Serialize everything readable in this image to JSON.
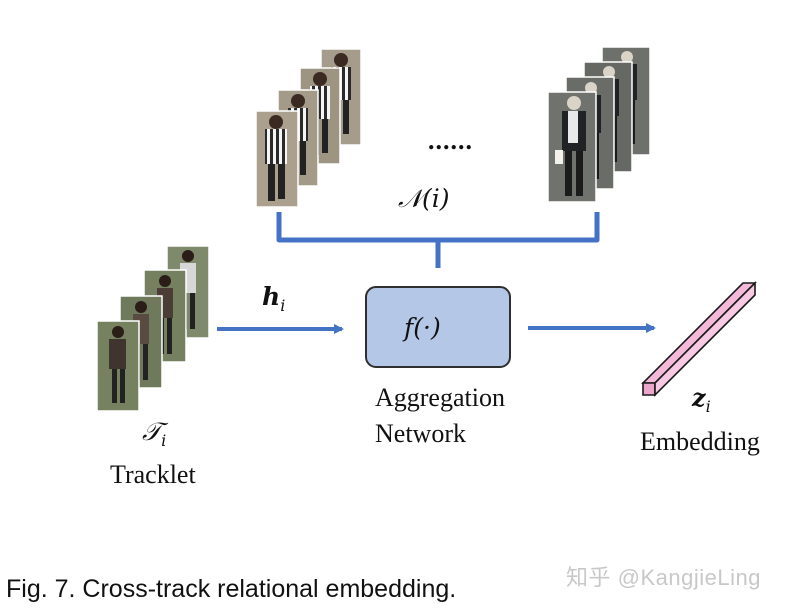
{
  "labels": {
    "neighbors": "𝒩(i)",
    "ellipsis": "......",
    "h_i": "h",
    "h_sub": "i",
    "tracklet_sym": "𝒯",
    "tracklet_sub": "i",
    "tracklet": "Tracklet",
    "function": "f(·)",
    "aggregation_line1": "Aggregation",
    "aggregation_line2": "Network",
    "z_i": "z",
    "z_sub": "i",
    "embedding": "Embedding"
  },
  "caption": "Fig. 7. Cross-track relational embedding.",
  "watermark": "知乎 @KangjieLing",
  "colors": {
    "arrow": "#4472c4",
    "box_fill": "#b4c7e7",
    "box_stroke": "#2f2f2f",
    "bracket": "#4472c4",
    "embedding_fill": "#f4b8d8",
    "embedding_stroke": "#1a1a1a"
  }
}
